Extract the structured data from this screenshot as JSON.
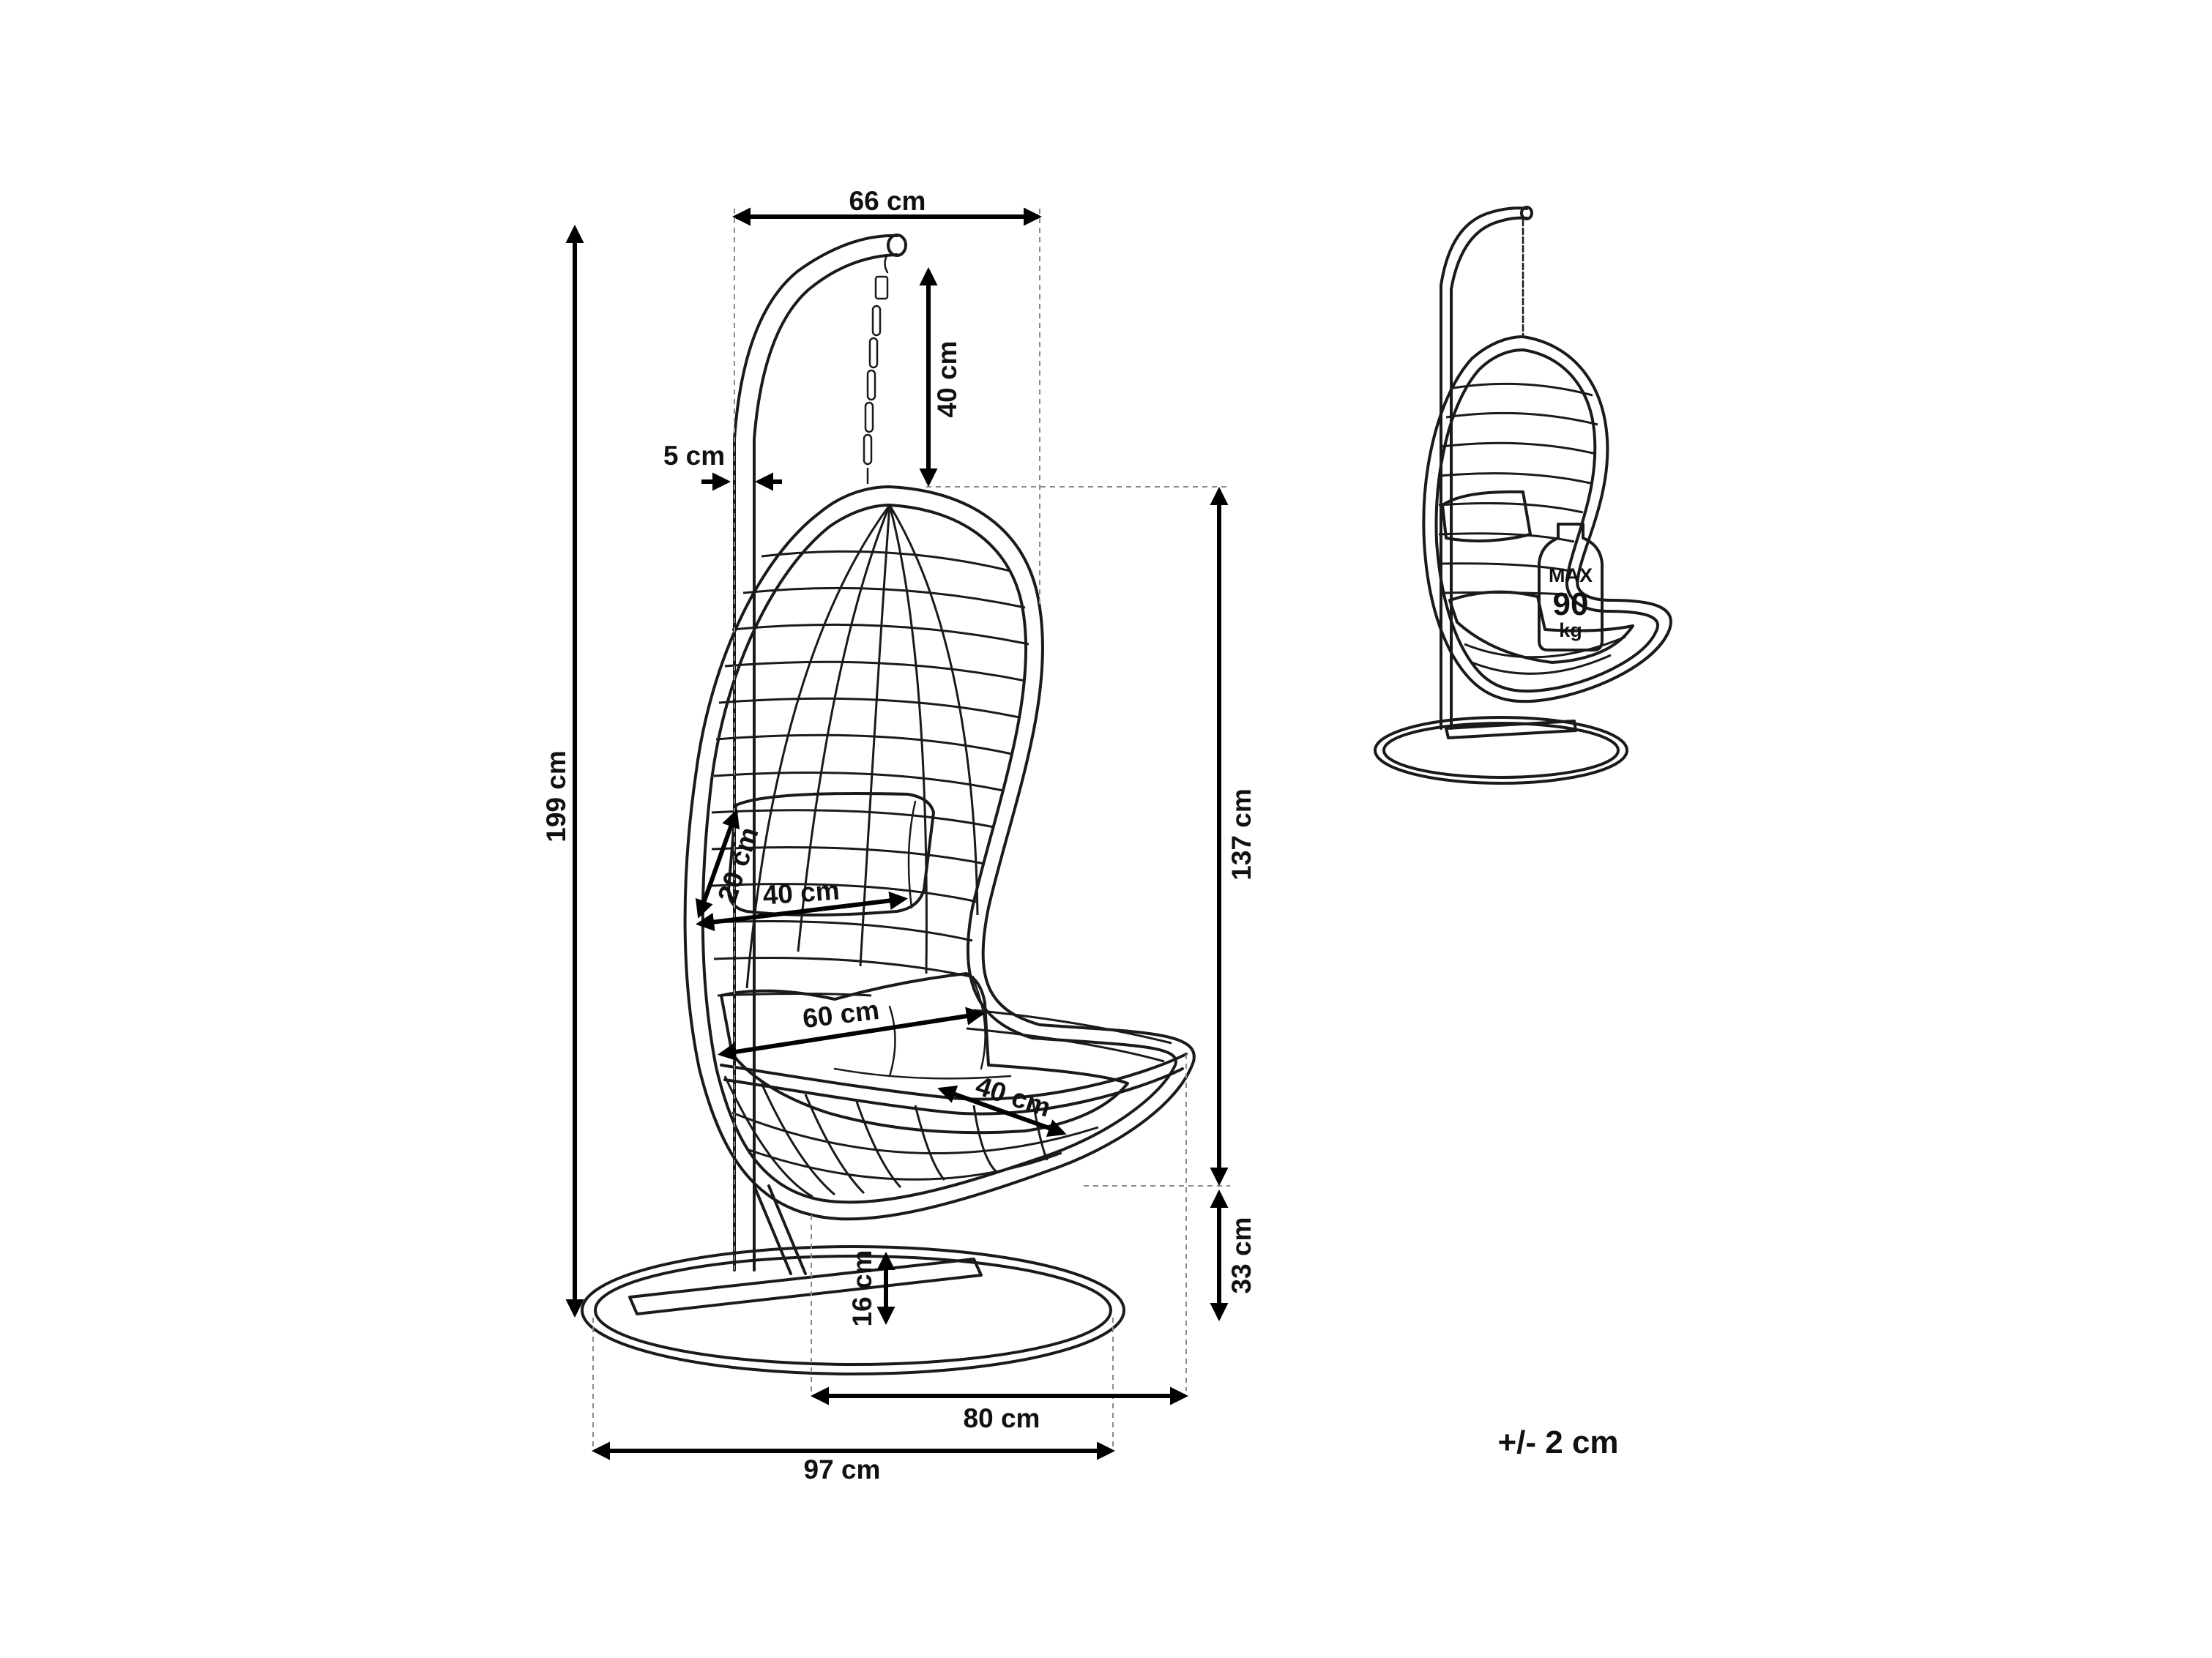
{
  "dimensions": {
    "top_width": "66 cm",
    "chain_length": "40 cm",
    "pole_thickness": "5 cm",
    "total_height": "199 cm",
    "basket_height": "137 cm",
    "pillow_height": "20 cm",
    "pillow_width": "40 cm",
    "seat_width": "60 cm",
    "seat_depth": "40 cm",
    "seat_ground_clearance": "33 cm",
    "base_height": "16 cm",
    "basket_width": "80 cm",
    "base_width": "97 cm"
  },
  "tolerance": "+/- 2 cm",
  "max_load": {
    "line1": "MAX",
    "line2": "90",
    "line3": "kg"
  }
}
